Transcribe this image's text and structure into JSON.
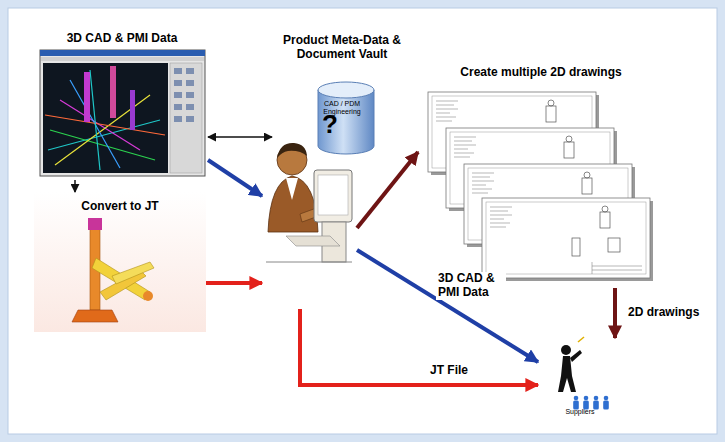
{
  "diagram": {
    "nodes": [
      {
        "text": [
          "3D CAD & PMI Data"
        ]
      },
      {
        "text": [
          "Product Meta-Data & Document Vault",
          "CAD / PDM Engineering"
        ]
      },
      {
        "text": [
          "Convert to JT"
        ]
      },
      {
        "text": [
          "?"
        ]
      },
      {
        "text": [
          "Create multiple 2D drawings"
        ]
      },
      {
        "text": [
          "Suppliers"
        ]
      }
    ],
    "edges": [
      {
        "from": 0,
        "to": 1,
        "arrow": "both"
      },
      {
        "from": 0,
        "to": 2,
        "arrow": "to"
      },
      {
        "from": 0,
        "to": 3,
        "arrow": "to"
      },
      {
        "from": 2,
        "to": 3,
        "arrow": "to"
      },
      {
        "from": 3,
        "to": 4,
        "arrow": "to"
      },
      {
        "from": 3,
        "to": 5,
        "label": "3D CAD & PMI Data",
        "arrow": "to"
      },
      {
        "from": 3,
        "to": 5,
        "label": "JT File",
        "arrow": "to"
      },
      {
        "from": 4,
        "to": 5,
        "label": "2D drawings",
        "arrow": "to"
      }
    ]
  }
}
